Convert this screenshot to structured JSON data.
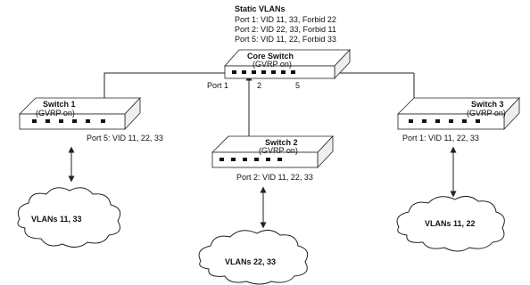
{
  "static_vlans": {
    "title": "Static VLANs",
    "lines": [
      "Port 1: VID 11, 33, Forbid 22",
      "Port 2: VID 22, 33, Forbid 11",
      "Port 5: VID 11, 22, Forbid 33"
    ]
  },
  "core_switch": {
    "name": "Core Switch",
    "gvrp": "(GVRP on)",
    "port_labels": [
      "Port 1",
      "2",
      "5"
    ]
  },
  "switch1": {
    "name": "Switch 1",
    "gvrp": "(GVRP on)",
    "port_info": "Port 5: VID 11, 22, 33"
  },
  "switch2": {
    "name": "Switch 2",
    "gvrp": "(GVRP on)",
    "port_info": "Port 2: VID 11, 22, 33"
  },
  "switch3": {
    "name": "Switch 3",
    "gvrp": "(GVRP on)",
    "port_info": "Port 1: VID 11, 22, 33"
  },
  "clouds": {
    "left": "VLANs 11, 33",
    "middle": "VLANs 22, 33",
    "right": "VLANs 11, 22"
  },
  "icons": {
    "switch": "network-switch-icon",
    "cloud": "vlan-cloud-icon",
    "arrow": "double-arrow-icon"
  }
}
